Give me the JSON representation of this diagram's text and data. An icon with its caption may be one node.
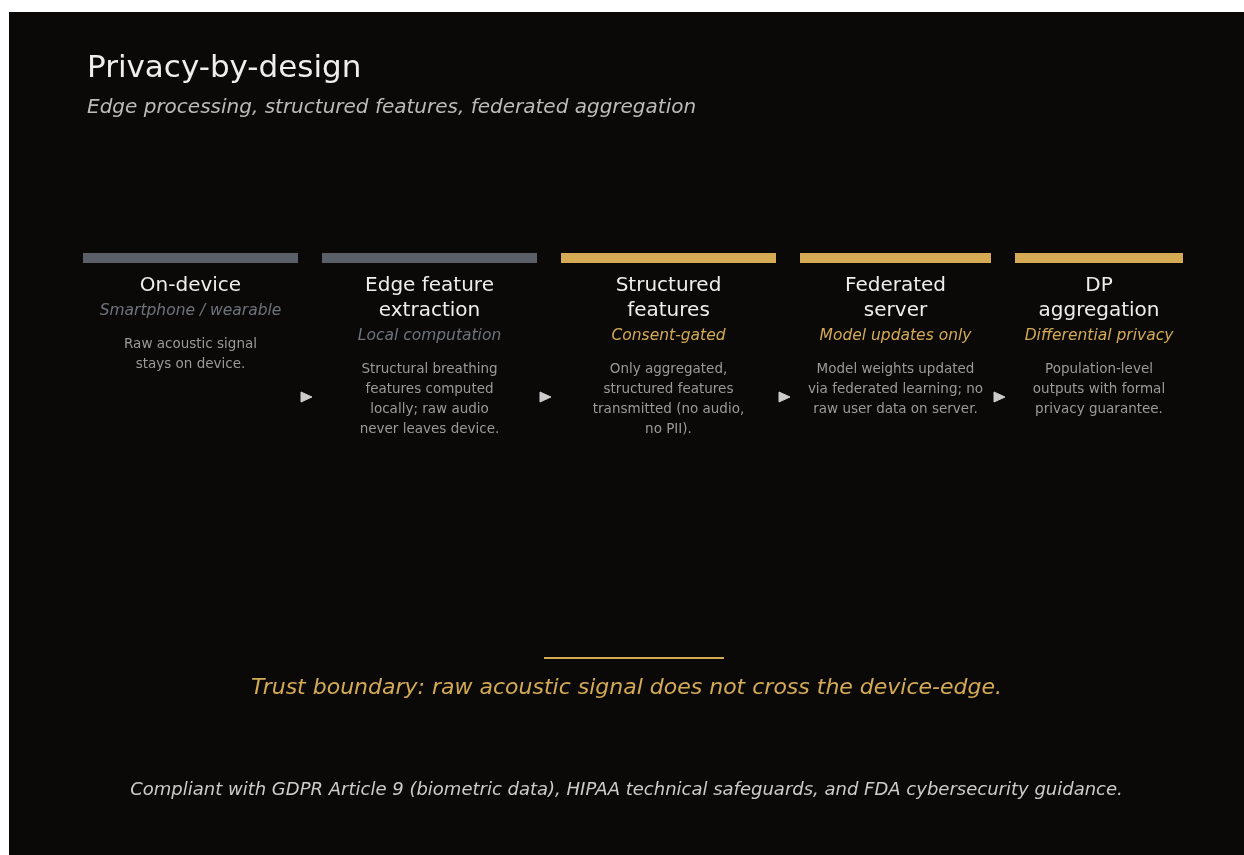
{
  "diagram": {
    "title": "Privacy-by-design",
    "nodes": [
      {
        "text": [
          "On-device",
          "Smartphone / wearable",
          "Raw acoustic signal stays on device."
        ]
      },
      {
        "text": [
          "Edge feature extraction",
          "Local computation",
          "Structural breathing features computed locally; raw audio never leaves device."
        ]
      },
      {
        "text": [
          "Structured features",
          "Consent-gated",
          "Only aggregated, structured features transmitted (no audio, no PII)."
        ]
      },
      {
        "text": [
          "Federated server",
          "Model updates only",
          "Model weights updated via federated learning; no raw user data on server."
        ]
      },
      {
        "text": [
          "DP aggregation",
          "Differential privacy",
          "Population-level outputs with formal privacy guarantee."
        ]
      }
    ],
    "edges": [
      {
        "from": 0,
        "to": 1,
        "arrow": "to"
      },
      {
        "from": 1,
        "to": 2,
        "arrow": "to"
      },
      {
        "from": 2,
        "to": 3,
        "arrow": "to"
      },
      {
        "from": 3,
        "to": 4,
        "arrow": "to"
      }
    ],
    "labels": [
      "Edge processing, structured features, federated aggregation",
      "Trust boundary: raw acoustic signal does not cross the device-edge.",
      "Compliant with GDPR Article 9 (biometric data), HIPAA technical safeguards, and FDA cybersecurity guidance."
    ]
  }
}
